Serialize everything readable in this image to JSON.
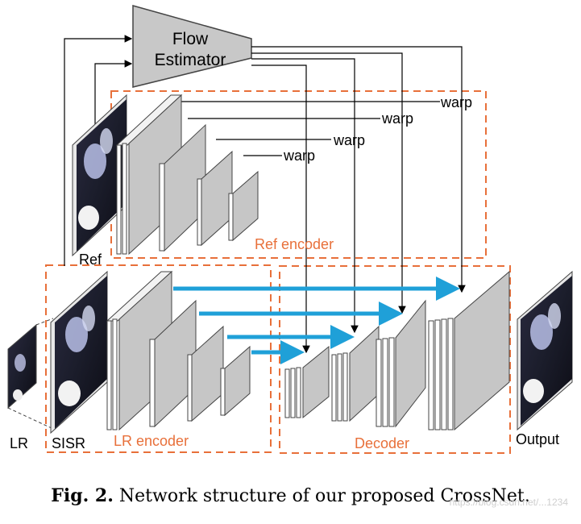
{
  "diagram": {
    "flow_estimator_line1": "Flow",
    "flow_estimator_line2": "Estimator",
    "warp_label": "warp",
    "ref_encoder_label": "Ref encoder",
    "lr_encoder_label": "LR encoder",
    "decoder_label": "Decoder",
    "ref_label": "Ref",
    "lr_label": "LR",
    "sisr_label": "SISR",
    "output_label": "Output"
  },
  "caption": {
    "prefix": "Fig. 2.",
    "text": "Network structure of our proposed CrossNet."
  },
  "watermark": "https://blog.csdn.net/...1234",
  "colors": {
    "encoder_box": "#e8703a",
    "skip_arrow": "#1fa0d8",
    "flow_estimator_fill": "#c8c8c8",
    "layer_face": "#c6c6c6"
  }
}
